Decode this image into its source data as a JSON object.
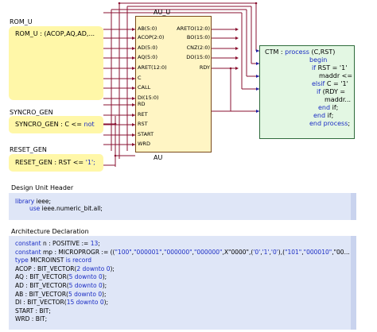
{
  "au": {
    "title": "AU_U",
    "bottom_label": "AU",
    "left_ports": [
      "AB(5:0)",
      "ACOP(2:0)",
      "AD(5:0)",
      "AQ(5:0)",
      "ARET(12:0)",
      "C",
      "CALL",
      "DI(15:0)",
      "RD",
      "RET",
      "RST",
      "START",
      "WRD"
    ],
    "right_ports": [
      "ARETO(12:0)",
      "BO(15:0)",
      "CNZ(2:0)",
      "DO(15:0)",
      "RDY"
    ]
  },
  "rom": {
    "title": "ROM_U",
    "text": "ROM_U : (ACOP,AQ,AD,..."
  },
  "syncro": {
    "title": "SYNCRO_GEN",
    "text_prefix": "SYNCRO_GEN : C <= ",
    "text_kw": "not"
  },
  "reset": {
    "title": "RESET_GEN",
    "text_prefix": "RESET_GEN : RST <= ",
    "text_val": "'1';"
  },
  "ctm": {
    "header_name": "CTM : ",
    "header_kw": "process",
    "header_rest": " (C,RST)",
    "lines": [
      {
        "kw": "begin",
        "rest": ""
      },
      {
        "kw": "if",
        "rest": " RST = '1'"
      },
      {
        "kw": "",
        "rest": "maddr <="
      },
      {
        "kw": "elsif",
        "rest": " C = '1'"
      },
      {
        "kw": "if",
        "rest": " (RDY ="
      },
      {
        "kw": "",
        "rest": "maddr..."
      },
      {
        "kw": "end",
        "rest": " if;"
      },
      {
        "kw": "end",
        "rest": " if;"
      },
      {
        "kw": "end process",
        "rest": ";"
      }
    ]
  },
  "design_unit": {
    "header": "Design Unit Header",
    "line1_kw": "library",
    "line1_rest": " ieee;",
    "line2_kw": "use",
    "line2_rest": " ieee.numeric_bit.all;"
  },
  "arch": {
    "header": "Architecture Declaration",
    "lines": [
      {
        "parts": [
          {
            "t": "constant",
            "c": "kw"
          },
          {
            "t": " n : POSITIVE := "
          },
          {
            "t": "13",
            "c": "num"
          },
          {
            "t": ";"
          }
        ]
      },
      {
        "parts": [
          {
            "t": "constant",
            "c": "kw"
          },
          {
            "t": " mp : MICROPROGR := (("
          },
          {
            "t": "\"100\"",
            "c": "num"
          },
          {
            "t": ","
          },
          {
            "t": "\"000001\"",
            "c": "num"
          },
          {
            "t": ","
          },
          {
            "t": "\"000000\"",
            "c": "num"
          },
          {
            "t": ","
          },
          {
            "t": "\"000000\"",
            "c": "num"
          },
          {
            "t": ",X\"0000\",("
          },
          {
            "t": "'0'",
            "c": "num"
          },
          {
            "t": ","
          },
          {
            "t": "'1'",
            "c": "num"
          },
          {
            "t": ","
          },
          {
            "t": "'0'",
            "c": "num"
          },
          {
            "t": "),("
          },
          {
            "t": "\"101\"",
            "c": "num"
          },
          {
            "t": ","
          },
          {
            "t": "\"000010\"",
            "c": "num"
          },
          {
            "t": ",\"00..."
          }
        ]
      },
      {
        "parts": [
          {
            "t": "type",
            "c": "kw"
          },
          {
            "t": " MICROINST "
          },
          {
            "t": "is record",
            "c": "kw"
          }
        ]
      },
      {
        "parts": [
          {
            "t": "  ACOP : BIT_VECTOR("
          },
          {
            "t": "2",
            "c": "num"
          },
          {
            "t": " "
          },
          {
            "t": "downto",
            "c": "kw"
          },
          {
            "t": " "
          },
          {
            "t": "0",
            "c": "num"
          },
          {
            "t": ");"
          }
        ]
      },
      {
        "parts": [
          {
            "t": "  AQ : BIT_VECTOR("
          },
          {
            "t": "5",
            "c": "num"
          },
          {
            "t": " "
          },
          {
            "t": "downto",
            "c": "kw"
          },
          {
            "t": " "
          },
          {
            "t": "0",
            "c": "num"
          },
          {
            "t": ");"
          }
        ]
      },
      {
        "parts": [
          {
            "t": "  AD : BIT_VECTOR("
          },
          {
            "t": "5",
            "c": "num"
          },
          {
            "t": " "
          },
          {
            "t": "downto",
            "c": "kw"
          },
          {
            "t": " "
          },
          {
            "t": "0",
            "c": "num"
          },
          {
            "t": ");"
          }
        ]
      },
      {
        "parts": [
          {
            "t": "  AB : BIT_VECTOR("
          },
          {
            "t": "5",
            "c": "num"
          },
          {
            "t": " "
          },
          {
            "t": "downto",
            "c": "kw"
          },
          {
            "t": " "
          },
          {
            "t": "0",
            "c": "num"
          },
          {
            "t": ");"
          }
        ]
      },
      {
        "parts": [
          {
            "t": "  DI : BIT_VECTOR("
          },
          {
            "t": "15",
            "c": "num"
          },
          {
            "t": " "
          },
          {
            "t": "downto",
            "c": "kw"
          },
          {
            "t": " "
          },
          {
            "t": "0",
            "c": "num"
          },
          {
            "t": ");"
          }
        ]
      },
      {
        "parts": [
          {
            "t": "  START : BIT;"
          }
        ]
      },
      {
        "parts": [
          {
            "t": "  WRD : BIT;"
          }
        ]
      }
    ]
  },
  "colors": {
    "wire": "#8a1030",
    "bus": "#1e1ea0",
    "keyword": "#1a2cc4"
  }
}
